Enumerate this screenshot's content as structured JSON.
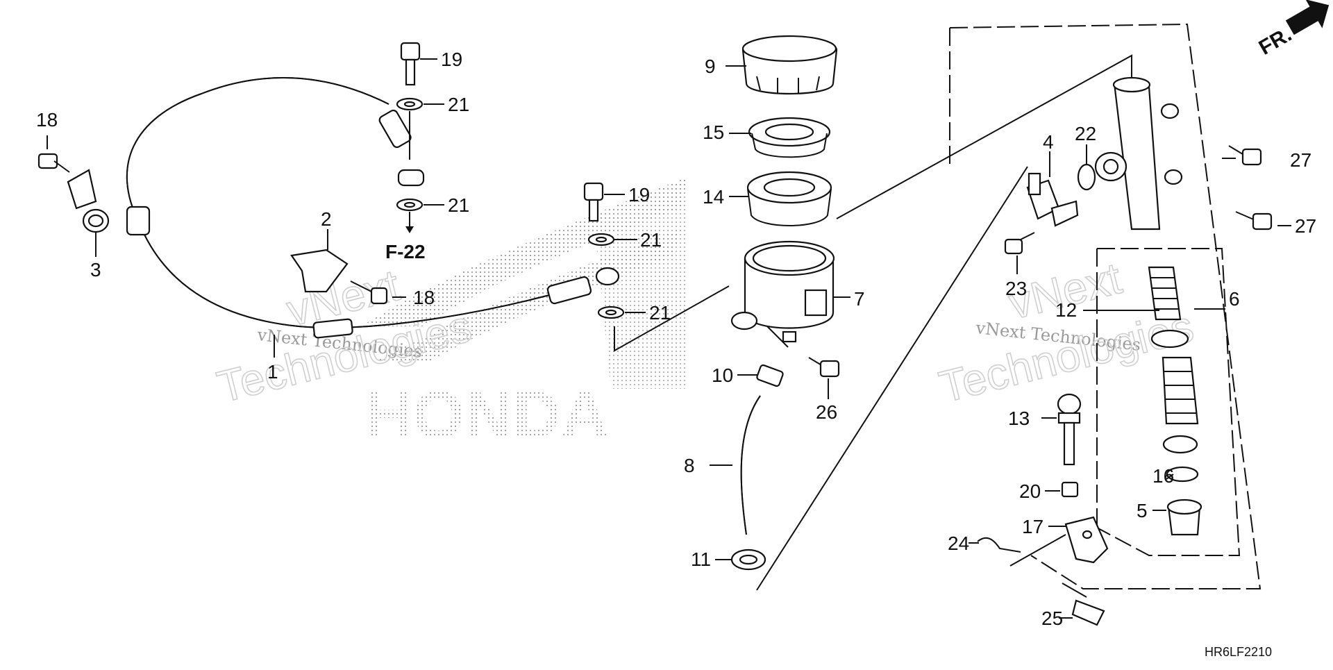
{
  "diagram": {
    "code": "HR6LF2210",
    "ref": "F-22",
    "front": "FR.",
    "brand": "HONDA",
    "watermark": [
      "vNext Technologies",
      "vNext",
      "Technologies"
    ],
    "callouts": [
      "1",
      "2",
      "3",
      "4",
      "5",
      "6",
      "7",
      "8",
      "9",
      "10",
      "11",
      "12",
      "13",
      "14",
      "15",
      "16",
      "17",
      "18",
      "18",
      "19",
      "19",
      "20",
      "21",
      "21",
      "21",
      "21",
      "22",
      "23",
      "24",
      "25",
      "26",
      "27",
      "27"
    ]
  }
}
